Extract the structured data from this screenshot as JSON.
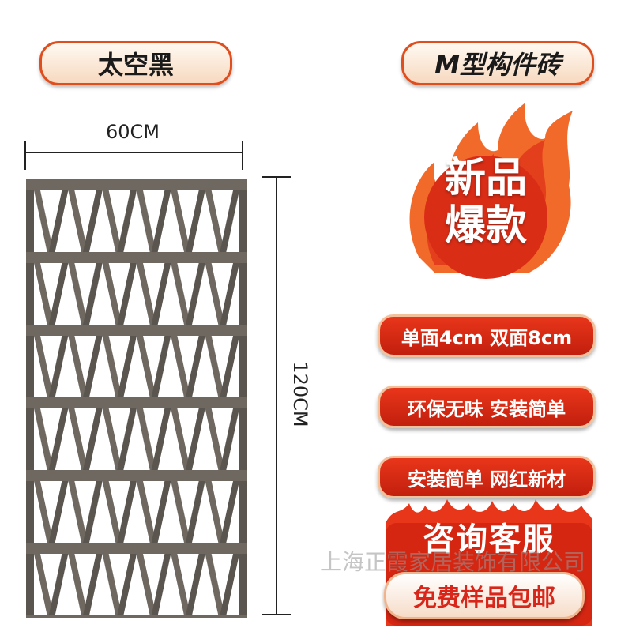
{
  "labels": {
    "color_name": "太空黑",
    "product_name": "M型构件砖",
    "badge_line1": "新品",
    "badge_line2": "爆款",
    "features": [
      "单面4cm 双面8cm",
      "环保无味 安装简单",
      "安装简单 网红新材"
    ],
    "consult": "咨询客服",
    "free_sample": "免费样品包邮",
    "watermark": "上海正霞家居装饰有限公司"
  },
  "dimensions": {
    "width_label": "60CM",
    "height_label": "120CM"
  },
  "colors": {
    "brick": "#6e6860",
    "brick_dark": "#5a554e",
    "accent_red": "#e3371a",
    "flame_orange": "#f26a2a"
  }
}
